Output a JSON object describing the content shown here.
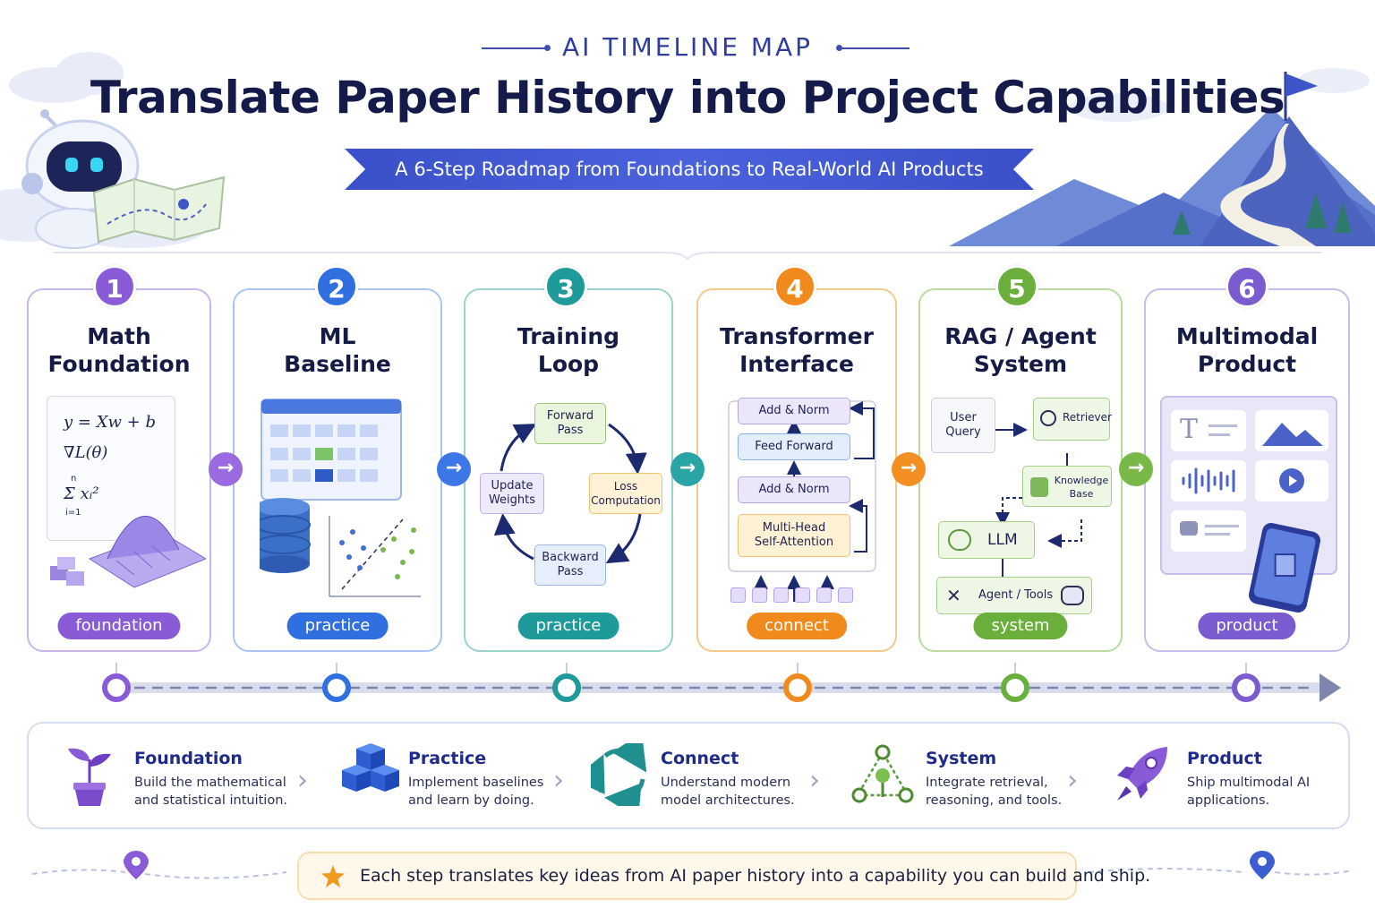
{
  "header": {
    "eyebrow": "AI TIMELINE MAP",
    "title": "Translate Paper History into Project Capabilities",
    "ribbon": "A 6-Step Roadmap from Foundations to Real-World AI Products"
  },
  "steps": [
    {
      "number": "1",
      "title": "Math\nFoundation",
      "tag": "foundation",
      "color": "#8a5bd6",
      "formulas": [
        "y = Xw + b",
        "∇L(θ)",
        "Σ xᵢ²"
      ],
      "sum_top": "n",
      "sum_bottom": "i=1"
    },
    {
      "number": "2",
      "title": "ML\nBaseline",
      "tag": "practice",
      "color": "#2f6fe0"
    },
    {
      "number": "3",
      "title": "Training\nLoop",
      "tag": "practice",
      "color": "#1f9a9a",
      "boxes": {
        "forward": "Forward\nPass",
        "loss": "Loss\nComputation",
        "backward": "Backward\nPass",
        "update": "Update\nWeights"
      }
    },
    {
      "number": "4",
      "title": "Transformer\nInterface",
      "tag": "connect",
      "color": "#f08a1c",
      "boxes": {
        "add_norm_top": "Add & Norm",
        "feed_forward": "Feed Forward",
        "add_norm_bottom": "Add & Norm",
        "attention": "Multi-Head\nSelf-Attention"
      }
    },
    {
      "number": "5",
      "title": "RAG / Agent\nSystem",
      "tag": "system",
      "color": "#6aae3c",
      "boxes": {
        "user_query": "User\nQuery",
        "retriever": "Retriever",
        "knowledge_base": "Knowledge\nBase",
        "llm": "LLM",
        "agent_tools": "Agent / Tools"
      }
    },
    {
      "number": "6",
      "title": "Multimodal\nProduct",
      "tag": "product",
      "color": "#7a5bd0",
      "text_icon": "T"
    }
  ],
  "legend": [
    {
      "title": "Foundation",
      "desc": "Build the mathematical and statistical intuition.",
      "icon": "plant-icon"
    },
    {
      "title": "Practice",
      "desc": "Implement baselines and learn by doing.",
      "icon": "cubes-icon"
    },
    {
      "title": "Connect",
      "desc": "Understand modern model architectures.",
      "icon": "cycle-icon"
    },
    {
      "title": "System",
      "desc": "Integrate retrieval, reasoning, and tools.",
      "icon": "network-icon"
    },
    {
      "title": "Product",
      "desc": "Ship multimodal AI applications.",
      "icon": "rocket-icon"
    }
  ],
  "footer": {
    "note": "Each step translates key ideas from AI paper history into a capability you can build and ship.",
    "icon": "star-icon"
  },
  "colors": {
    "navy": "#141a4a",
    "ribbon": "#3a50c9",
    "timeline": "#8a93b8"
  }
}
